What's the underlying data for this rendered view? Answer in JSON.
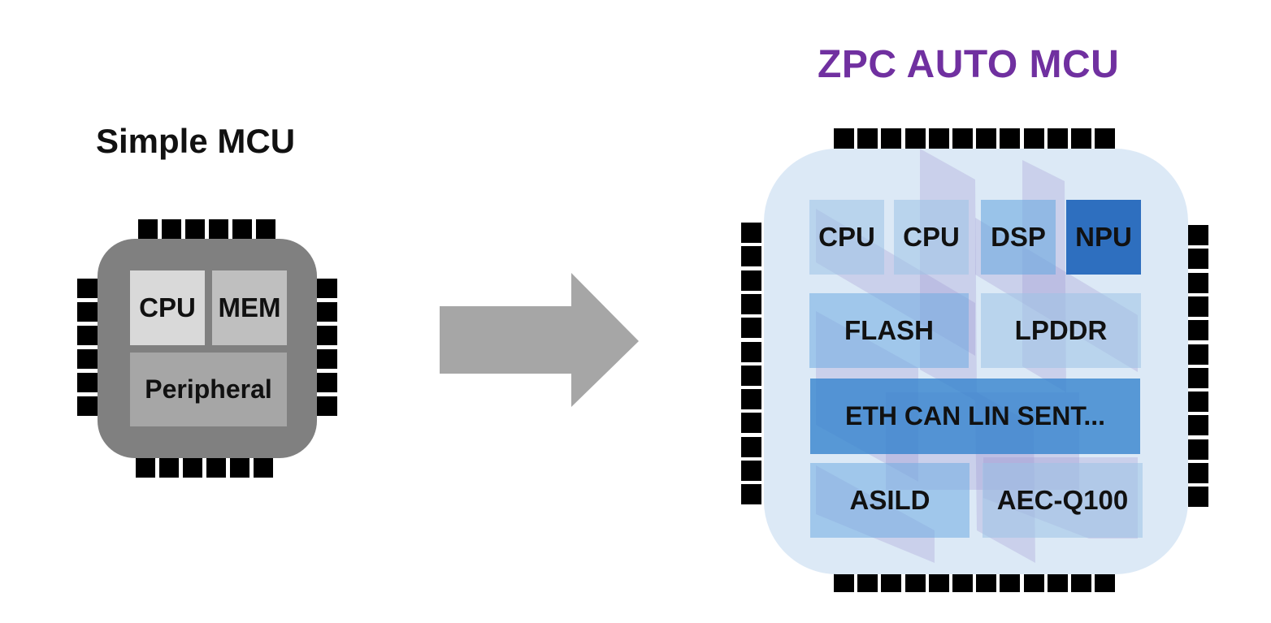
{
  "simple_mcu": {
    "title": "Simple MCU",
    "blocks": {
      "cpu": "CPU",
      "mem": "MEM",
      "peripheral": "Peripheral"
    }
  },
  "zpc_mcu": {
    "title": "ZPC AUTO MCU",
    "blocks": {
      "cpu_1": "CPU",
      "cpu_2": "CPU",
      "dsp": "DSP",
      "npu": "NPU",
      "flash": "FLASH",
      "lpddr": "LPDDR",
      "interfaces": "ETH CAN LIN SENT...",
      "asild": "ASILD",
      "aec_q100": "AEC-Q100"
    }
  },
  "colors": {
    "zpc_title": "#7030a0",
    "simple_chip": "#808080",
    "zpc_chip": "#dce9f6",
    "arrow": "#a6a6a6",
    "npu": "#2e6fbf"
  },
  "icons": [
    "chip-pins",
    "right-arrow-icon",
    "watermark-logo-icon"
  ]
}
